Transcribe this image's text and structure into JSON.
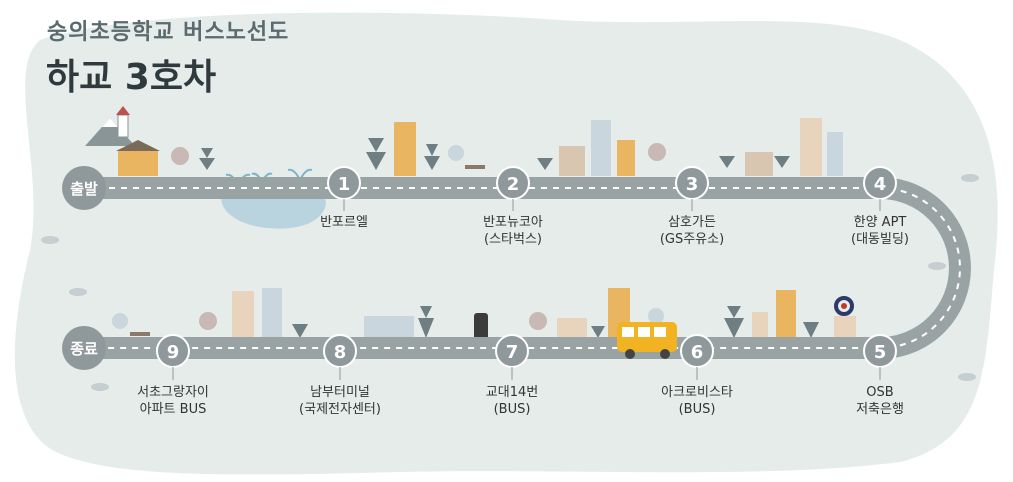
{
  "header": {
    "subtitle": "숭의초등학교 버스노선도",
    "title": "하교 3호차"
  },
  "endpoints": {
    "start": "출발",
    "end": "종료"
  },
  "stops": [
    {
      "number": "1",
      "line1": "반포르엘",
      "line2": ""
    },
    {
      "number": "2",
      "line1": "반포뉴코아",
      "line2": "(스타벅스)"
    },
    {
      "number": "3",
      "line1": "삼호가든",
      "line2": "(GS주유소)"
    },
    {
      "number": "4",
      "line1": "한양 APT",
      "line2": "(대동빌딩)"
    },
    {
      "number": "5",
      "line1": "OSB",
      "line2": "저축은행"
    },
    {
      "number": "6",
      "line1": "아크로비스타",
      "line2": "(BUS)"
    },
    {
      "number": "7",
      "line1": "교대14번",
      "line2": "(BUS)"
    },
    {
      "number": "8",
      "line1": "남부터미널",
      "line2": "(국제전자센터)"
    },
    {
      "number": "9",
      "line1": "서초그랑자이",
      "line2": "아파트 BUS"
    }
  ],
  "colors": {
    "background_blob": "#e6ecea",
    "road": "#9aa3a4",
    "road_dash": "#ffffff",
    "stop_circle": "#8f999b",
    "bus": "#f2b322",
    "building_orange": "#e9b560",
    "building_blue": "#c9d6dd",
    "tree": "#6f7e82",
    "water": "#b9d3df"
  }
}
